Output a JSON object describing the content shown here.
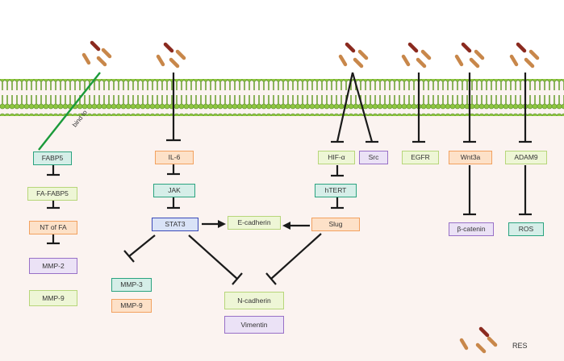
{
  "colors": {
    "background": "#fbf3f0",
    "membrane_green": "#8ec63f",
    "membrane_dark": "#5a8f2a",
    "drug_brown": "#c8874a",
    "drug_dark": "#8b2a1f",
    "bind_line": "#1a9a3a",
    "line": "#1a1a1a"
  },
  "nodes": {
    "fabp5": "FABP5",
    "fa_fabp5": "FA-FABP5",
    "nt_fa": "NT of FA",
    "mmp2": "MMP-2",
    "mmp9_left": "MMP-9",
    "il6": "IL-6",
    "jak": "JAK",
    "stat3": "STAT3",
    "mmp3": "MMP-3",
    "mmp9_mid": "MMP-9",
    "ecadherin": "E-cadherin",
    "ncadherin": "N-cadherin",
    "vimentin": "Vimentin",
    "hif": "HIF-α",
    "src": "Src",
    "htert": "hTERT",
    "slug": "Slug",
    "egfr": "EGFR",
    "wnt3a": "Wnt3a",
    "bcatenin": "β-catenin",
    "adam9": "ADAM9",
    "ros": "ROS"
  },
  "edge_label": "bind to",
  "legend": {
    "label": "RES",
    "icon": "res-molecule-icon"
  }
}
